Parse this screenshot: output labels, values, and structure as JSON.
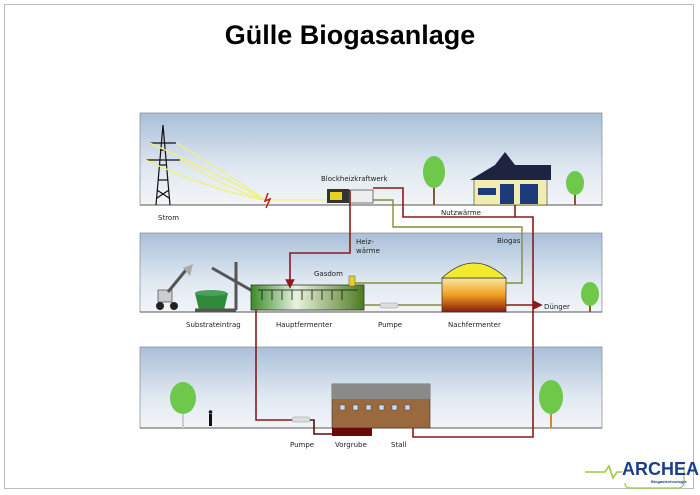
{
  "title": "Gülle Biogasanlage",
  "labels": {
    "strom": "Strom",
    "bhkw": "Blockheizkraftwerk",
    "nutzwaerme": "Nutzwärme",
    "heizwaerme_1": "Heiz-",
    "heizwaerme_2": "wärme",
    "biogas": "Biogas",
    "gasdom": "Gasdom",
    "substrateintrag": "Substrateintrag",
    "hauptfermenter": "Hauptfermenter",
    "pumpe_top": "Pumpe",
    "nachfermenter": "Nachfermenter",
    "duenger": "Dünger",
    "pumpe_bottom": "Pumpe",
    "vorgrube": "Vorgrube",
    "stall": "Stall"
  },
  "logo": {
    "name": "ARCHEA",
    "subtitle": "Biogastechnologie"
  },
  "colors": {
    "heat": "#8b1a1a",
    "gas": "#8a8a3a",
    "slurry": "#c01c1c",
    "power": "#f2f07a",
    "logo": "#1a3f8a",
    "logo_wave": "#9ccc3a"
  }
}
